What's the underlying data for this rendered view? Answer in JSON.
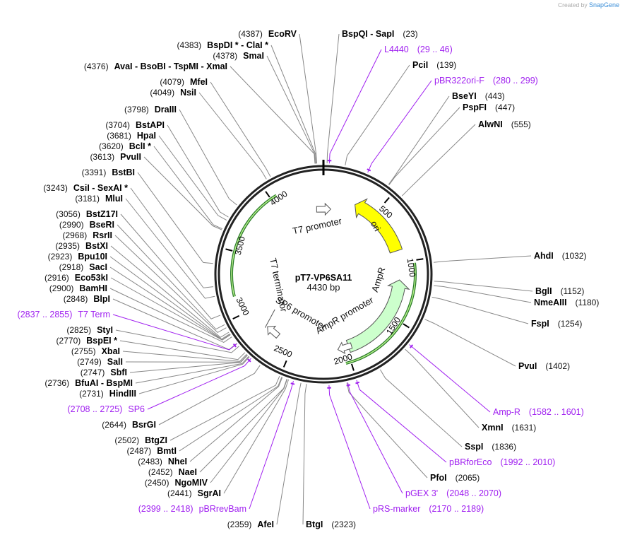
{
  "credit": {
    "prefix": "Created by",
    "brand": "SnapGene"
  },
  "plasmid": {
    "name": "pT7-VP6SA11",
    "length_label": "4430 bp",
    "length": 4430
  },
  "ring_ticks": [
    "500",
    "1000",
    "1500",
    "2000",
    "2500",
    "3000",
    "3500",
    "4000"
  ],
  "features": [
    {
      "name": "ori",
      "type": "origin",
      "color": "#ffff00"
    },
    {
      "name": "AmpR",
      "type": "cds",
      "color": "#ccffcc"
    },
    {
      "name": "AmpR promoter",
      "type": "promoter"
    },
    {
      "name": "T7 promoter",
      "type": "promoter"
    },
    {
      "name": "SP6 promoter",
      "type": "promoter"
    },
    {
      "name": "T7 terminator",
      "type": "terminator"
    }
  ],
  "right_sites": [
    {
      "name": "BspQI  -  SapI",
      "pos": "(23)"
    },
    {
      "name": "L4440",
      "pos": "(29 .. 46)",
      "primer": true
    },
    {
      "name": "PciI",
      "pos": "(139)"
    },
    {
      "name": "pBR322ori-F",
      "pos": "(280 .. 299)",
      "primer": true
    },
    {
      "name": "BseYI",
      "pos": "(443)"
    },
    {
      "name": "PspFI",
      "pos": "(447)"
    },
    {
      "name": "AlwNI",
      "pos": "(555)"
    },
    {
      "name": "AhdI",
      "pos": "(1032)"
    },
    {
      "name": "BglI",
      "pos": "(1152)"
    },
    {
      "name": "NmeAIII",
      "pos": "(1180)"
    },
    {
      "name": "FspI",
      "pos": "(1254)"
    },
    {
      "name": "PvuI",
      "pos": "(1402)"
    },
    {
      "name": "Amp-R",
      "pos": "(1582 .. 1601)",
      "primer": true
    },
    {
      "name": "XmnI",
      "pos": "(1631)"
    },
    {
      "name": "SspI",
      "pos": "(1836)"
    },
    {
      "name": "pBRforEco",
      "pos": "(1992 .. 2010)",
      "primer": true
    },
    {
      "name": "PfoI",
      "pos": "(2065)"
    },
    {
      "name": "pGEX 3'",
      "pos": "(2048 .. 2070)",
      "primer": true
    },
    {
      "name": "pRS-marker",
      "pos": "(2170 .. 2189)",
      "primer": true
    },
    {
      "name": "BtgI",
      "pos": "(2323)"
    }
  ],
  "left_sites": [
    {
      "name": "EcoRV",
      "pos": "(4387)"
    },
    {
      "name": "BspDI *  -  ClaI *",
      "pos": "(4383)"
    },
    {
      "name": "SmaI",
      "pos": "(4378)"
    },
    {
      "name": "AvaI  -  BsoBI  -  TspMI  -  XmaI",
      "pos": "(4376)"
    },
    {
      "name": "MfeI",
      "pos": "(4079)"
    },
    {
      "name": "NsiI",
      "pos": "(4049)"
    },
    {
      "name": "DraIII",
      "pos": "(3798)"
    },
    {
      "name": "BstAPI",
      "pos": "(3704)"
    },
    {
      "name": "HpaI",
      "pos": "(3681)"
    },
    {
      "name": "BclI *",
      "pos": "(3620)"
    },
    {
      "name": "PvuII",
      "pos": "(3613)"
    },
    {
      "name": "BstBI",
      "pos": "(3391)"
    },
    {
      "name": "CsiI  -  SexAI *",
      "pos": "(3243)"
    },
    {
      "name": "MluI",
      "pos": "(3181)"
    },
    {
      "name": "BstZ17I",
      "pos": "(3056)"
    },
    {
      "name": "BseRI",
      "pos": "(2990)"
    },
    {
      "name": "RsrII",
      "pos": "(2968)"
    },
    {
      "name": "BstXI",
      "pos": "(2935)"
    },
    {
      "name": "Bpu10I",
      "pos": "(2923)"
    },
    {
      "name": "SacI",
      "pos": "(2918)"
    },
    {
      "name": "Eco53kI",
      "pos": "(2916)"
    },
    {
      "name": "BamHI",
      "pos": "(2900)"
    },
    {
      "name": "BlpI",
      "pos": "(2848)"
    },
    {
      "name": "T7 Term",
      "pos": "(2837 .. 2855)",
      "primer": true
    },
    {
      "name": "StyI",
      "pos": "(2825)"
    },
    {
      "name": "BspEI *",
      "pos": "(2770)"
    },
    {
      "name": "XbaI",
      "pos": "(2755)"
    },
    {
      "name": "SalI",
      "pos": "(2749)"
    },
    {
      "name": "SbfI",
      "pos": "(2747)"
    },
    {
      "name": "BfuAI  -  BspMI",
      "pos": "(2736)"
    },
    {
      "name": "HindIII",
      "pos": "(2731)"
    },
    {
      "name": "SP6",
      "pos": "(2708 .. 2725)",
      "primer": true
    },
    {
      "name": "BsrGI",
      "pos": "(2644)"
    },
    {
      "name": "BtgZI",
      "pos": "(2502)"
    },
    {
      "name": "BmtI",
      "pos": "(2487)"
    },
    {
      "name": "NheI",
      "pos": "(2483)"
    },
    {
      "name": "NaeI",
      "pos": "(2452)"
    },
    {
      "name": "NgoMIV",
      "pos": "(2450)"
    },
    {
      "name": "SgrAI",
      "pos": "(2441)"
    },
    {
      "name": "pBRrevBam",
      "pos": "(2399 .. 2418)",
      "primer": true
    },
    {
      "name": "AfeI",
      "pos": "(2359)"
    }
  ],
  "colors": {
    "primer": "#a020f0",
    "leader": "#888888",
    "ring": "#222222",
    "feature_outline": "#555555"
  }
}
